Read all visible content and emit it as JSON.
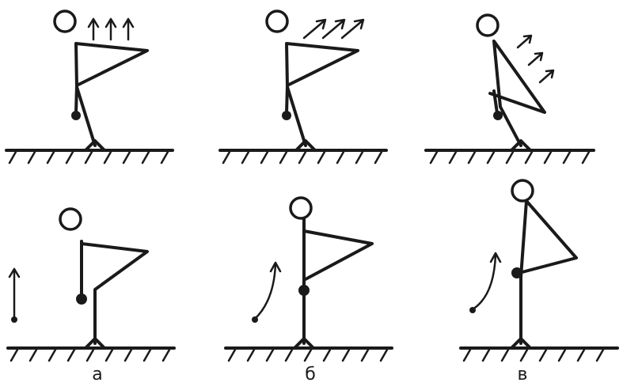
{
  "labels": {
    "a": "а",
    "b": "б",
    "c": "в"
  },
  "ink_color": "#1a1a1a",
  "background": "#ffffff"
}
